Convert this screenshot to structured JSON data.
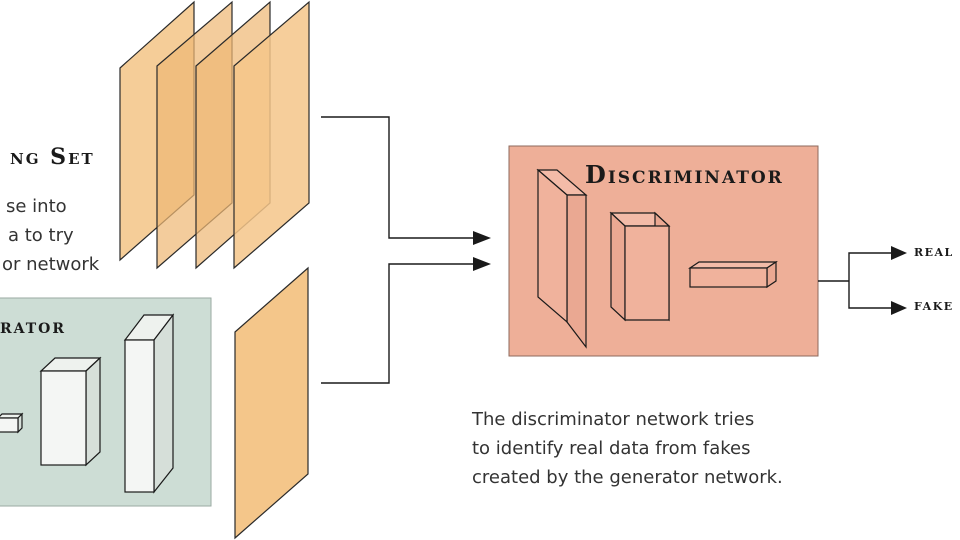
{
  "training_set": {
    "title": "ng Set",
    "description": [
      "se into",
      "a to try",
      "or network"
    ]
  },
  "generator": {
    "title": "rator"
  },
  "discriminator": {
    "title": "Discriminator",
    "description": [
      "The discriminator network tries",
      "to identify real data from fakes",
      "created by the generator network."
    ]
  },
  "outputs": {
    "real": "REAL",
    "fake": "FAKE"
  },
  "colors": {
    "training_frame": "#f5c98c",
    "generator_panel": "#cdddd5",
    "discriminator_panel": "#eeaf98",
    "line": "#1a1a1a"
  }
}
